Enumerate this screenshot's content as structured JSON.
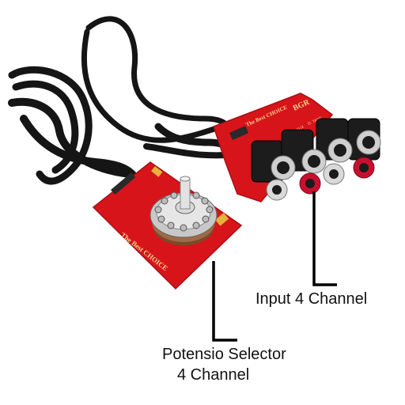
{
  "photo": {
    "brand_mark": "BGR",
    "board_tagline": "The Best CHOICE",
    "silkscreen_labels": [
      "A. AUX",
      "D. TAPE"
    ]
  },
  "annotations": {
    "input_label": "Input 4 Channel",
    "selector_label_line1": "Potensio Selector",
    "selector_label_line2": "4 Channel"
  },
  "colors": {
    "pcb_red": "#d8141b",
    "silkscreen": "#f2d28a",
    "cable": "#1a1a1a",
    "rca_white": "#e6e6e6",
    "rca_red": "#c8102e"
  }
}
